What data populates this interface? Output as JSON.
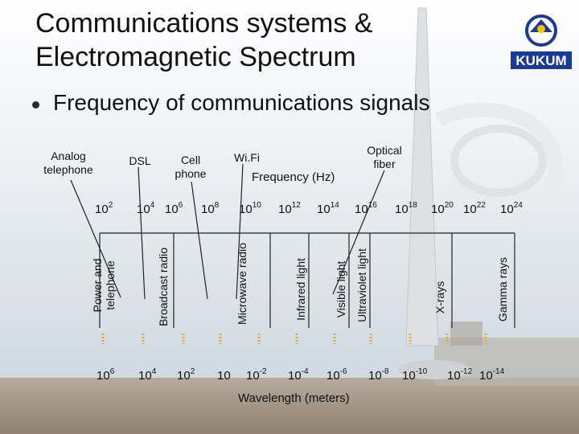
{
  "title": {
    "line1": "Communications systems &",
    "line2": "Electromagnetic Spectrum"
  },
  "bullet": "Frequency of communications signals",
  "logo": {
    "text": "KUKUM",
    "color": "#1a3a9a"
  },
  "frequency_axis": {
    "title": "Frequency (Hz)",
    "ticks": [
      {
        "base": "10",
        "exp": "2"
      },
      {
        "base": "10",
        "exp": "4"
      },
      {
        "base": "10",
        "exp": "6"
      },
      {
        "base": "10",
        "exp": "8"
      },
      {
        "base": "10",
        "exp": "10"
      },
      {
        "base": "10",
        "exp": "12"
      },
      {
        "base": "10",
        "exp": "14"
      },
      {
        "base": "10",
        "exp": "16"
      },
      {
        "base": "10",
        "exp": "18"
      },
      {
        "base": "10",
        "exp": "20"
      },
      {
        "base": "10",
        "exp": "22"
      },
      {
        "base": "10",
        "exp": "24"
      }
    ]
  },
  "wavelength_axis": {
    "title": "Wavelength (meters)",
    "ticks": [
      {
        "base": "10",
        "exp": "6"
      },
      {
        "base": "10",
        "exp": "4"
      },
      {
        "base": "10",
        "exp": "2"
      },
      {
        "base": "10",
        "exp": ""
      },
      {
        "base": "10",
        "exp": "-2"
      },
      {
        "base": "10",
        "exp": "-4"
      },
      {
        "base": "10",
        "exp": "-6"
      },
      {
        "base": "10",
        "exp": "-8"
      },
      {
        "base": "10",
        "exp": "-10"
      },
      {
        "base": "10",
        "exp": "-12"
      },
      {
        "base": "10",
        "exp": "-14"
      }
    ]
  },
  "applications": {
    "analog_telephone": "Analog telephone",
    "dsl": "DSL",
    "cell_phone": "Cell phone",
    "wifi": "Wi.Fi",
    "optical_fiber": "Optical fiber"
  },
  "bands": {
    "power_telephone": "Power and telephone",
    "broadcast_radio": "Broadcast radio",
    "microwave_radio": "Microwave radio",
    "infrared": "Infrared light",
    "visible": "Visible light",
    "ultraviolet": "Ultraviolet light",
    "xrays": "X-rays",
    "gamma": "Gamma rays"
  },
  "colors": {
    "sky": "#c7d3de",
    "tower": "#e8eaec",
    "ground": "#a9988a",
    "marker": "#e0b020"
  }
}
